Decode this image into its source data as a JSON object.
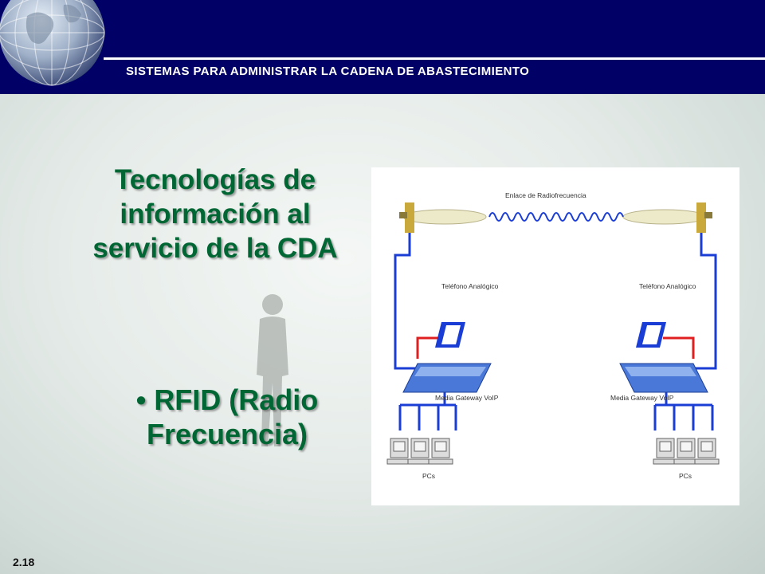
{
  "header": {
    "title": "SISTEMAS PARA ADMINISTRAR LA CADENA DE ABASTECIMIENTO"
  },
  "slide": {
    "heading": "Tecnologías de información al servicio de la CDA",
    "bullets": [
      "RFID (Radio Frecuencia)"
    ],
    "number": "2.18"
  },
  "diagram": {
    "link_label": "Enlace de Radiofrecuencia",
    "phone_label": "Teléfono Analógico",
    "gateway_label": "Media Gateway VoIP",
    "pcs_label": "PCs"
  },
  "colors": {
    "header_band": "#000066",
    "heading_text": "#006633",
    "diagram_blue": "#1a3dd6",
    "diagram_red": "#e02020"
  }
}
